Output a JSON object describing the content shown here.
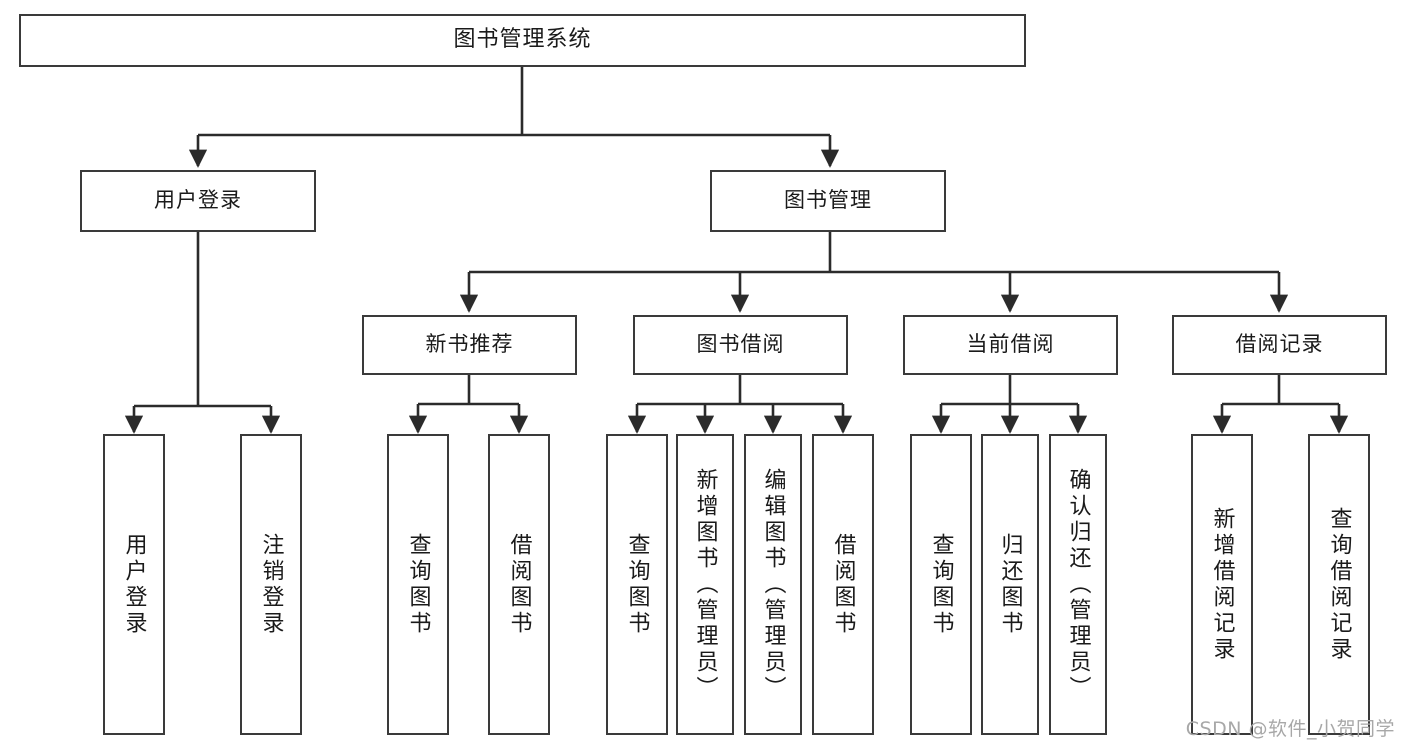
{
  "diagram": {
    "title": "图书管理系统",
    "type": "tree",
    "theme": {
      "box_border": "#3a3a3a",
      "box_fill": "#ffffff",
      "line": "#2b2b2b",
      "text": "#1a1a1a",
      "watermark": "#a8a8a8",
      "background": "#ffffff"
    },
    "watermark": "CSDN @软件_小贺同学",
    "levels": {
      "root": {
        "label": "图书管理系统",
        "orientation": "horizontal"
      },
      "level2": [
        {
          "id": "user-login",
          "label": "用户登录",
          "orientation": "horizontal"
        },
        {
          "id": "book-manage",
          "label": "图书管理",
          "orientation": "horizontal"
        }
      ],
      "level3": [
        {
          "id": "new-book-recommend",
          "label": "新书推荐",
          "orientation": "horizontal",
          "parent": "book-manage"
        },
        {
          "id": "book-borrow",
          "label": "图书借阅",
          "orientation": "horizontal",
          "parent": "book-manage"
        },
        {
          "id": "current-borrow",
          "label": "当前借阅",
          "orientation": "horizontal",
          "parent": "book-manage"
        },
        {
          "id": "borrow-record",
          "label": "借阅记录",
          "orientation": "horizontal",
          "parent": "book-manage"
        }
      ],
      "leaves": [
        {
          "id": "leaf-user-login",
          "label": "用户登录",
          "orientation": "vertical",
          "parent": "user-login"
        },
        {
          "id": "leaf-user-logout",
          "label": "注销登录",
          "orientation": "vertical",
          "parent": "user-login"
        },
        {
          "id": "leaf-query-book-1",
          "label": "查询图书",
          "orientation": "vertical",
          "parent": "new-book-recommend"
        },
        {
          "id": "leaf-borrow-book-1",
          "label": "借阅图书",
          "orientation": "vertical",
          "parent": "new-book-recommend"
        },
        {
          "id": "leaf-query-book-2",
          "label": "查询图书",
          "orientation": "vertical",
          "parent": "book-borrow"
        },
        {
          "id": "leaf-add-book",
          "label": "新增图书（管理员）",
          "orientation": "vertical",
          "parent": "book-borrow"
        },
        {
          "id": "leaf-edit-book",
          "label": "编辑图书（管理员）",
          "orientation": "vertical",
          "parent": "book-borrow"
        },
        {
          "id": "leaf-borrow-book-2",
          "label": "借阅图书",
          "orientation": "vertical",
          "parent": "book-borrow"
        },
        {
          "id": "leaf-query-book-3",
          "label": "查询图书",
          "orientation": "vertical",
          "parent": "current-borrow"
        },
        {
          "id": "leaf-return-book",
          "label": "归还图书",
          "orientation": "vertical",
          "parent": "current-borrow"
        },
        {
          "id": "leaf-confirm-return",
          "label": "确认归还（管理员）",
          "orientation": "vertical",
          "parent": "current-borrow"
        },
        {
          "id": "leaf-add-record",
          "label": "新增借阅记录",
          "orientation": "vertical",
          "parent": "borrow-record"
        },
        {
          "id": "leaf-query-record",
          "label": "查询借阅记录",
          "orientation": "vertical",
          "parent": "borrow-record"
        }
      ]
    }
  }
}
